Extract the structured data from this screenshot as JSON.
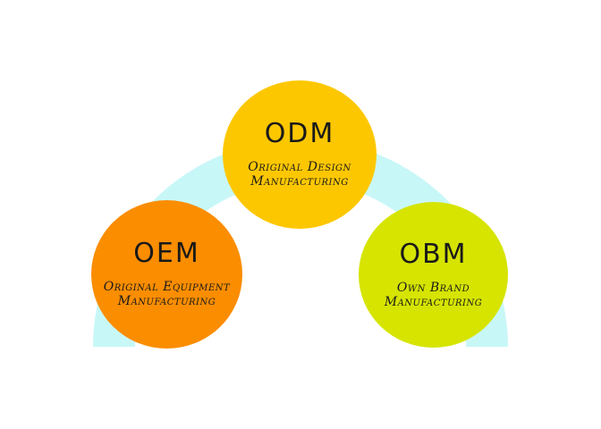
{
  "colors": {
    "arc": "#c8f7f8",
    "odm": "#fdc700",
    "oem": "#fb8d00",
    "obm": "#d6e400"
  },
  "nodes": {
    "odm": {
      "abbr": "ODM",
      "line1": "Original Design",
      "line2": "Manufacturing"
    },
    "oem": {
      "abbr": "OEM",
      "line1": "Original Equipment",
      "line2": "Manufacturing"
    },
    "obm": {
      "abbr": "OBM",
      "line1": "Own Brand",
      "line2": "Manufacturing"
    }
  }
}
